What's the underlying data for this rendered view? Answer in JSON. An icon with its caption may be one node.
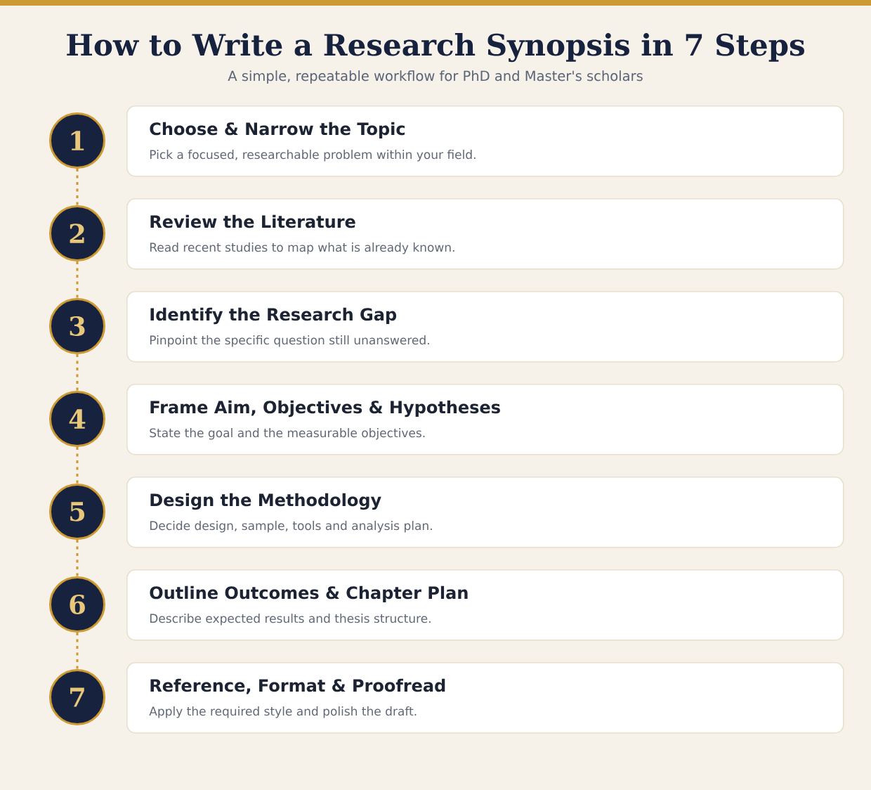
{
  "diagram": {
    "title": "How to Write a Research Synopsis in 7 Steps",
    "nodes": [
      {
        "text": [
          "1"
        ]
      },
      {
        "text": [
          "Choose & Narrow the Topic",
          "Pick a focused, researchable problem within your field."
        ]
      },
      {
        "text": [
          "2"
        ]
      },
      {
        "text": [
          "Review the Literature",
          "Read recent studies to map what is already known."
        ]
      },
      {
        "text": [
          "3"
        ]
      },
      {
        "text": [
          "Identify the Research Gap",
          "Pinpoint the specific question still unanswered."
        ]
      },
      {
        "text": [
          "4"
        ]
      },
      {
        "text": [
          "Frame Aim, Objectives & Hypotheses",
          "State the goal and the measurable objectives."
        ]
      },
      {
        "text": [
          "5"
        ]
      },
      {
        "text": [
          "Design the Methodology",
          "Decide design, sample, tools and analysis plan."
        ]
      },
      {
        "text": [
          "6"
        ]
      },
      {
        "text": [
          "Outline Outcomes & Chapter Plan",
          "Describe expected results and thesis structure."
        ]
      },
      {
        "text": [
          "7"
        ]
      },
      {
        "text": [
          "Reference, Format & Proofread",
          "Apply the required style and polish the draft."
        ]
      }
    ],
    "edges": [
      {
        "from": 0,
        "to": 2,
        "arrow": "none",
        "style": "dashed"
      },
      {
        "from": 2,
        "to": 4,
        "arrow": "none",
        "style": "dashed"
      },
      {
        "from": 4,
        "to": 6,
        "arrow": "none",
        "style": "dashed"
      },
      {
        "from": 6,
        "to": 8,
        "arrow": "none",
        "style": "dashed"
      },
      {
        "from": 8,
        "to": 10,
        "arrow": "none",
        "style": "dashed"
      },
      {
        "from": 10,
        "to": 12,
        "arrow": "none",
        "style": "dashed"
      }
    ],
    "labels": [
      "A simple, repeatable workflow for PhD and Master's scholars"
    ]
  }
}
